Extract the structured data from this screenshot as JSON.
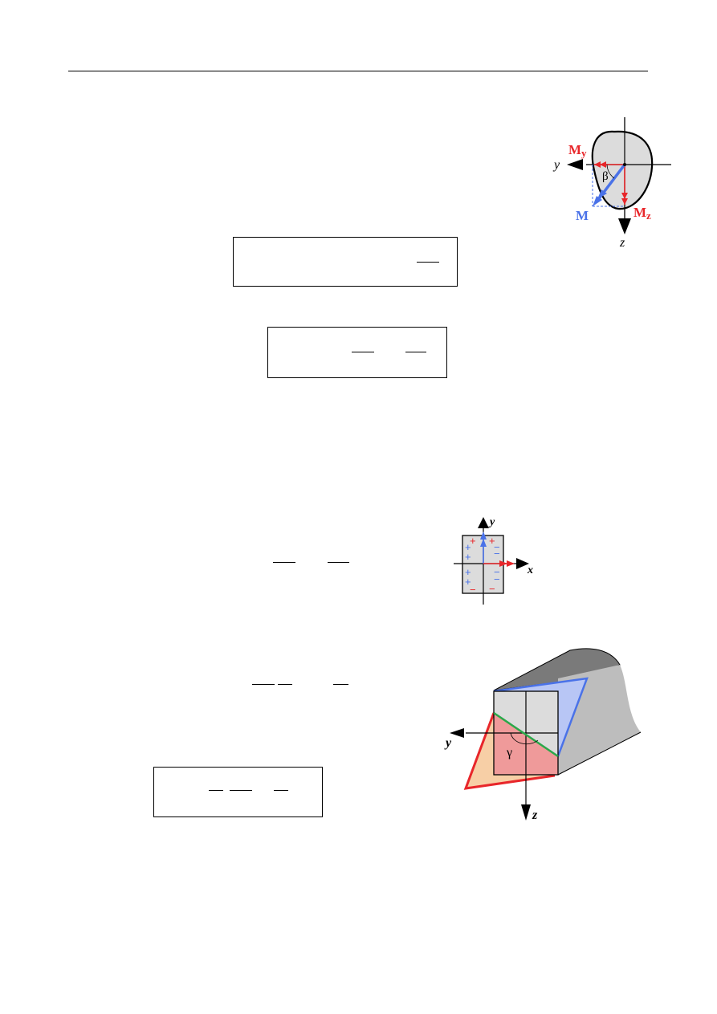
{
  "page": {
    "header_rule": true
  },
  "formulas": [
    {
      "id": "formula-box-1",
      "boxed": true,
      "fraction_bars": 1
    },
    {
      "id": "formula-box-2",
      "boxed": true,
      "fraction_bars": 2
    },
    {
      "id": "formula-inline-3",
      "boxed": false,
      "fraction_bars": 2
    },
    {
      "id": "formula-inline-4",
      "boxed": false,
      "fraction_bars": 3
    },
    {
      "id": "formula-box-5",
      "boxed": true,
      "fraction_bars": 3
    }
  ],
  "figures": {
    "cross_section": {
      "labels": {
        "my": "M",
        "my_sub": "y",
        "mz": "M",
        "mz_sub": "z",
        "m": "M",
        "beta": "β",
        "y_axis": "y",
        "z_axis": "z"
      },
      "colors": {
        "component": "#e8262a",
        "resultant": "#4a72e8",
        "section_fill": "#dcdcdc"
      }
    },
    "stress_sign_diagram": {
      "labels": {
        "y_axis": "y",
        "x_axis": "x",
        "signs_left_blue": [
          "+",
          "+",
          "+",
          "+"
        ],
        "signs_right_blue": [
          "−",
          "−",
          "−",
          "−"
        ],
        "signs_top_red": [
          "+",
          "+"
        ],
        "signs_bottom_red": [
          "−",
          "−"
        ]
      },
      "colors": {
        "blue": "#4a72e8",
        "red": "#e8262a",
        "fill": "#dcdcdc"
      }
    },
    "beam_3d": {
      "labels": {
        "y_axis": "y",
        "z_axis": "z",
        "gamma": "γ"
      },
      "colors": {
        "compression": "#e8262a",
        "tension": "#4a72e8",
        "neutral_axis": "#2aa84a",
        "body_top": "#7a7a7a",
        "body_side": "#bdbdbd",
        "face": "#dcdcdc",
        "face_red": "#ef9a9a"
      }
    }
  }
}
